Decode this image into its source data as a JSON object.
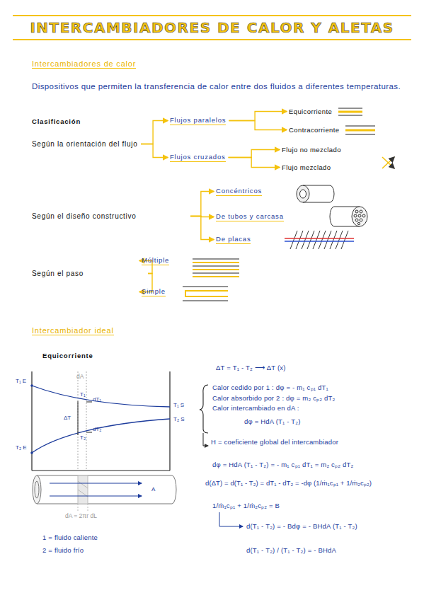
{
  "diagram": {
    "title": "INTERCAMBIADORES DE CALOR Y ALETAS",
    "nodes": [
      {
        "text": [
          "Según la orientación del flujo"
        ]
      },
      {
        "text": [
          "Flujos paralelos"
        ]
      },
      {
        "text": [
          "Equicorriente"
        ]
      },
      {
        "text": [
          "Contracorriente"
        ]
      },
      {
        "text": [
          "Flujos cruzados"
        ]
      },
      {
        "text": [
          "Flujo no mezclado"
        ]
      },
      {
        "text": [
          "Flujo mezclado"
        ]
      },
      {
        "text": [
          "Según el diseño constructivo"
        ]
      },
      {
        "text": [
          "Concéntricos"
        ]
      },
      {
        "text": [
          "De tubos y carcasa"
        ]
      },
      {
        "text": [
          "De placas"
        ]
      },
      {
        "text": [
          "Según el paso"
        ]
      },
      {
        "text": [
          "Múltiple"
        ]
      },
      {
        "text": [
          "Simple"
        ]
      }
    ],
    "edges": [
      {
        "from": 0,
        "to": 1,
        "arrow": "to"
      },
      {
        "from": 0,
        "to": 4,
        "arrow": "to"
      },
      {
        "from": 1,
        "to": 2,
        "arrow": "to"
      },
      {
        "from": 1,
        "to": 3,
        "arrow": "to"
      },
      {
        "from": 4,
        "to": 5,
        "arrow": "to"
      },
      {
        "from": 4,
        "to": 6,
        "arrow": "to"
      },
      {
        "from": 7,
        "to": 8,
        "arrow": "to"
      },
      {
        "from": 7,
        "to": 9,
        "arrow": "to"
      },
      {
        "from": 7,
        "to": 10,
        "arrow": "to"
      },
      {
        "from": 11,
        "to": 12,
        "arrow": "to"
      },
      {
        "from": 11,
        "to": 13,
        "arrow": "to"
      }
    ],
    "labels": [
      "Intercambiadores de calor",
      "Dispositivos que permiten la transferencia de calor entre dos fluidos a diferentes temperaturas.",
      "Clasificación",
      "Intercambiador ideal",
      "Equicorriente",
      "T₁ E",
      "dA",
      "T₁",
      "dT₁",
      "ΔT",
      "dT₂",
      "T₂",
      "T₁ S",
      "T₂ S",
      "T₂ E",
      "A",
      "dA = 2πr dL",
      "1 = fluido caliente",
      "2 = fluido frío",
      "ΔT = T₁ - T₂ ⟶ ΔT (x)",
      "Calor cedido por 1 : dφ = - m₁ cₚ₁ dT₁",
      "Calor absorbido por 2 : dφ = m₂ cₚ₂ dT₂",
      "Calor intercambiado en dA :",
      "dφ = HdA (T₁ - T₂)",
      "H = coeficiente global del intercambiador",
      "dφ = HdA (T₁ - T₂) = - m₁ cₚ₁ dT₁ = m₂ cₚ₂ dT₂",
      "d(ΔT) = d(T₁ - T₂) = dT₁ - dT₂ = -dφ (1/ṁ₁cₚ₁ + 1/ṁ₂cₚ₂)",
      "1/ṁ₁cₚ₁ + 1/ṁ₂cₚ₂ = B",
      "d(T₁ - T₂) = - Bdφ = - BHdA (T₁ - T₂)",
      "d(T₁ - T₂) / (T₁ - T₂) = - BHdA"
    ]
  }
}
